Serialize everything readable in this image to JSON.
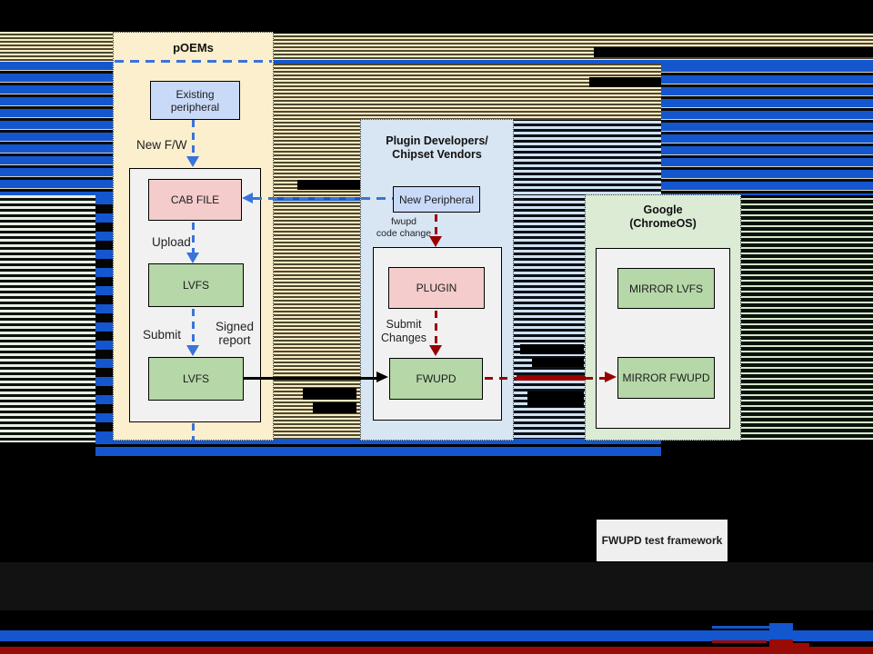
{
  "page": {
    "background": "#000000"
  },
  "colors": {
    "accent_blue": "#1456CE",
    "arrow_blue": "#3A73D9",
    "arrow_dark_red": "#990000",
    "band_dark_red": "#980B06",
    "poems_bg": "#FBEFCD",
    "plugin_bg": "#D8E5F3",
    "google_bg": "#DCEBD4",
    "box_blue": "#C9DAF8",
    "box_pink": "#F4CCCC",
    "box_green": "#B6D7A8",
    "inner_gray": "#F1F1F1",
    "test_framework_bg": "#EFEFEF"
  },
  "groups": {
    "poems": {
      "title": "pOEMs",
      "existing_peripheral": "Existing peripheral",
      "cab_file": "CAB FILE",
      "lvfs_upload": "LVFS",
      "lvfs_submit": "LVFS",
      "label_new_fw": "New F/W",
      "label_upload": "Upload",
      "label_submit": "Submit",
      "label_signed_line1": "Signed",
      "label_signed_line2": "report"
    },
    "plugin_developers": {
      "title_line1": "Plugin Developers/",
      "title_line2": "Chipset Vendors",
      "new_peripheral": "New Peripheral",
      "plugin": "PLUGIN",
      "fwupd": "FWUPD",
      "label_code_line1": "fwupd",
      "label_code_line2": "code change",
      "label_submit_line1": "Submit",
      "label_submit_line2": "Changes"
    },
    "google": {
      "title_line1": "Google",
      "title_line2": "(ChromeOS)",
      "mirror_lvfs": "MIRROR LVFS",
      "mirror_fwupd": "MIRROR FWUPD"
    },
    "test_framework": {
      "label": "FWUPD test framework"
    }
  }
}
